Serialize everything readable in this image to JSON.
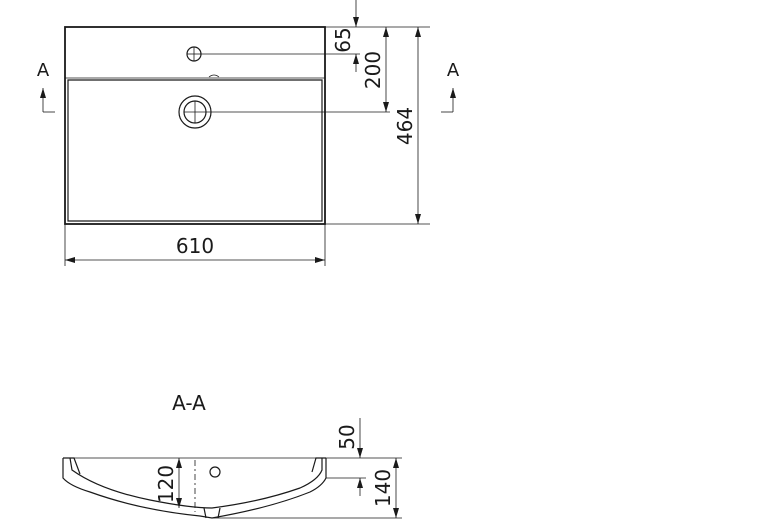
{
  "top_view": {
    "section_mark_left": "A",
    "section_mark_right": "A",
    "dim_width": "610",
    "dim_depth": "464",
    "dim_tap_hole": "65",
    "dim_drain": "200"
  },
  "section_view": {
    "title": "A-A",
    "dim_rim": "50",
    "dim_bowl_depth": "120",
    "dim_total_height": "140"
  }
}
